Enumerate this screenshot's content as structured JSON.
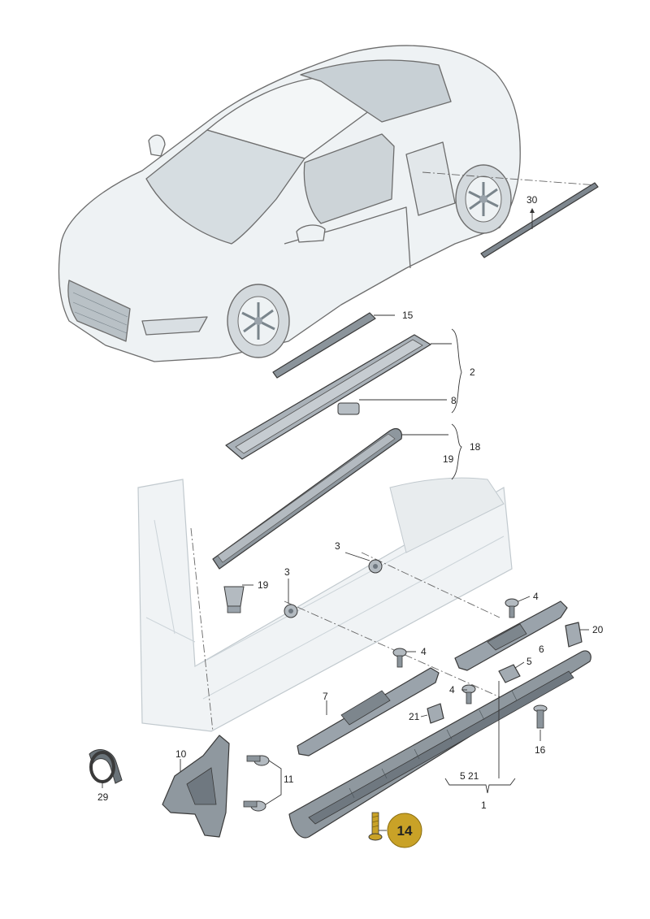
{
  "diagram": {
    "highlight": {
      "number": "14",
      "color": "#c9a227"
    },
    "colors": {
      "part_fill": "#9aa3ab",
      "part_dark": "#6f7880",
      "body_fill": "#e7ecef",
      "glass_fill": "#cfd6da",
      "line": "#333333"
    },
    "callouts": {
      "c1": "1",
      "c2": "2",
      "c3a": "3",
      "c3b": "3",
      "c4a": "4",
      "c4b": "4",
      "c4c": "4",
      "c5a": "5",
      "c5_21": "5 21",
      "c6": "6",
      "c7": "7",
      "c8": "8",
      "c10": "10",
      "c11": "11",
      "c15": "15",
      "c16": "16",
      "c18": "18",
      "c19a": "19",
      "c19b": "19",
      "c20": "20",
      "c21": "21",
      "c29": "29",
      "c30": "30"
    }
  }
}
